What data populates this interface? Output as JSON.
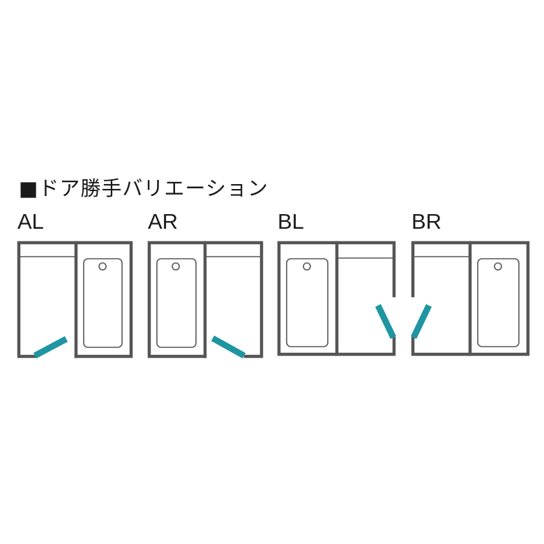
{
  "heading": "■ドア勝手バリエーション",
  "variants": [
    {
      "label": "AL"
    },
    {
      "label": "AR"
    },
    {
      "label": "BL"
    },
    {
      "label": "BR"
    }
  ],
  "colors": {
    "wall": "#555555",
    "door": "#1f95a2",
    "background": "#ffffff"
  }
}
